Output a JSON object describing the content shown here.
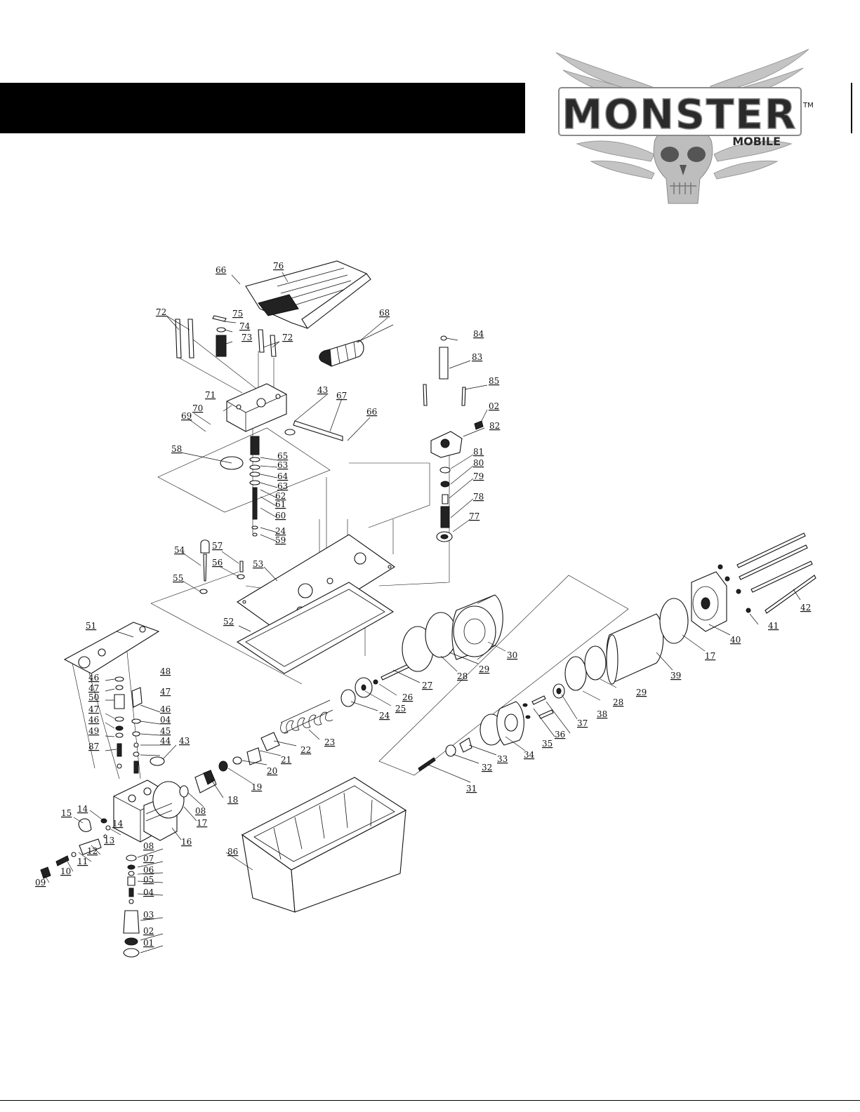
{
  "brand": {
    "name": "MONSTER",
    "tm": "TM",
    "sub": "MOBILE",
    "colors": {
      "wings": "#b8b8b8",
      "letter_fill": "#2a2a2a",
      "letter_edge": "#8a8a8a"
    }
  },
  "header_bar": {
    "color": "#000000"
  },
  "callouts": [
    "01",
    "02",
    "03",
    "04",
    "05",
    "06",
    "07",
    "08",
    "09",
    "10",
    "11",
    "12",
    "13",
    "14",
    "15",
    "16",
    "17",
    "18",
    "19",
    "20",
    "21",
    "22",
    "23",
    "24",
    "25",
    "26",
    "27",
    "28",
    "29",
    "30",
    "31",
    "32",
    "33",
    "34",
    "35",
    "36",
    "37",
    "38",
    "39",
    "40",
    "41",
    "42",
    "43",
    "44",
    "45",
    "46",
    "47",
    "48",
    "49",
    "50",
    "51",
    "52",
    "53",
    "54",
    "55",
    "56",
    "57",
    "58",
    "59",
    "60",
    "61",
    "62",
    "63",
    "64",
    "65",
    "66",
    "67",
    "68",
    "69",
    "70",
    "71",
    "72",
    "73",
    "74",
    "75",
    "76",
    "77",
    "78",
    "79",
    "80",
    "81",
    "82",
    "83",
    "84",
    "85",
    "86",
    "87"
  ]
}
